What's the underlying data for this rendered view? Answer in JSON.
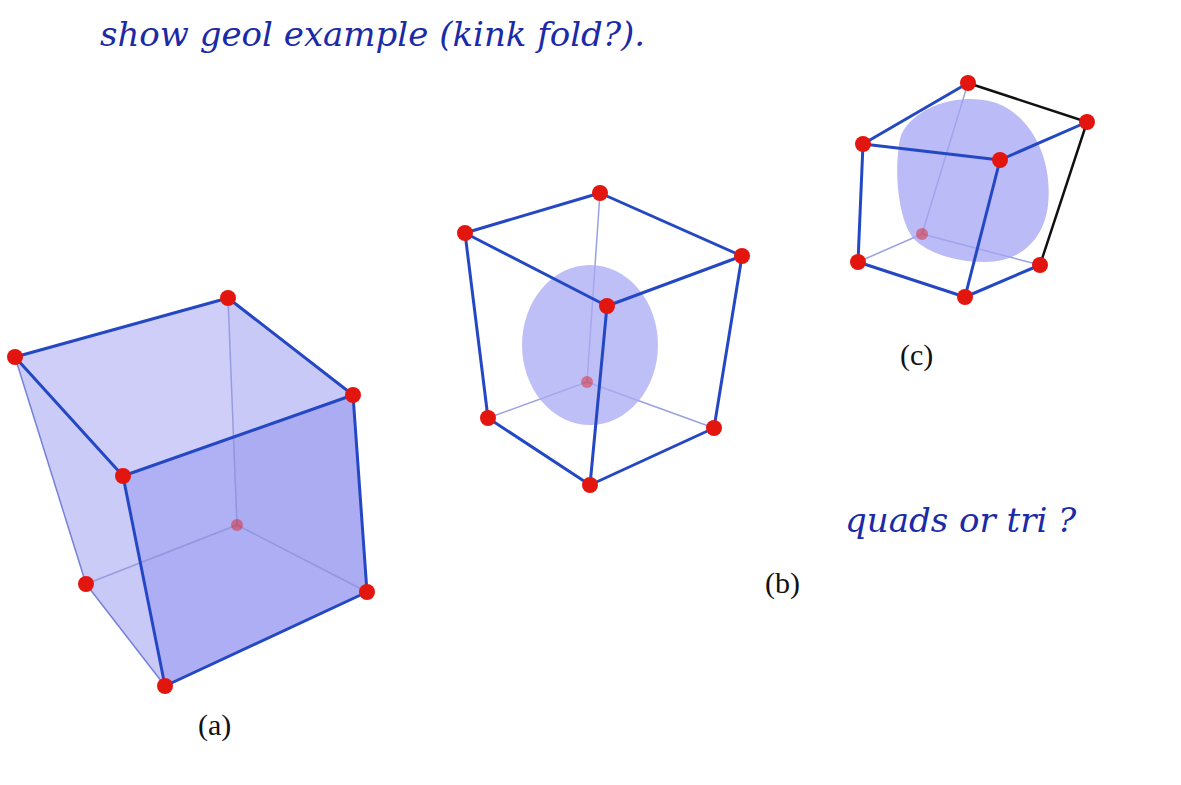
{
  "diagram": {
    "labels": [
      "show geol example (kink fold?).",
      "(a)",
      "(b)",
      "(c)",
      "quads or tri ?"
    ]
  }
}
